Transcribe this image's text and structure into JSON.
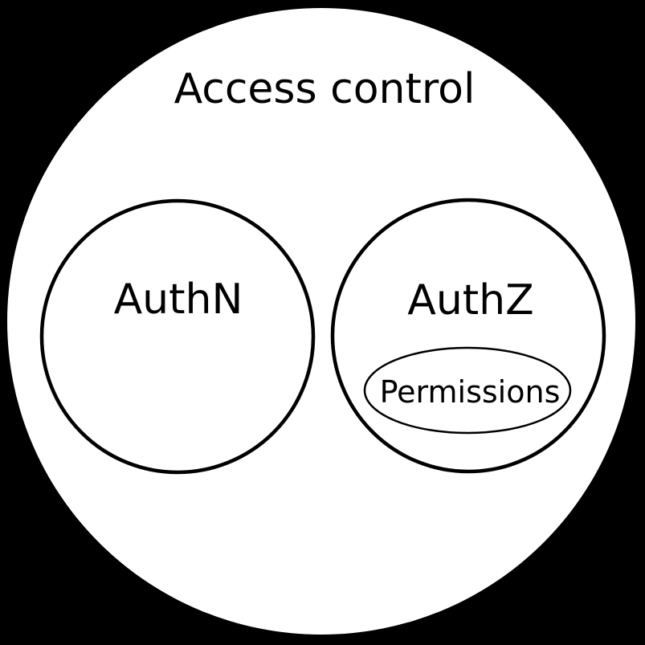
{
  "diagram": {
    "title": "Access control",
    "outer_set": {
      "label": "Access control"
    },
    "nodes": {
      "authn": {
        "label": "AuthN"
      },
      "authz": {
        "label": "AuthZ"
      },
      "permissions": {
        "label": "Permissions"
      }
    },
    "colors": {
      "background": "#000000",
      "shape_fill": "#ffffff",
      "stroke": "#000000",
      "text": "#000000"
    }
  }
}
